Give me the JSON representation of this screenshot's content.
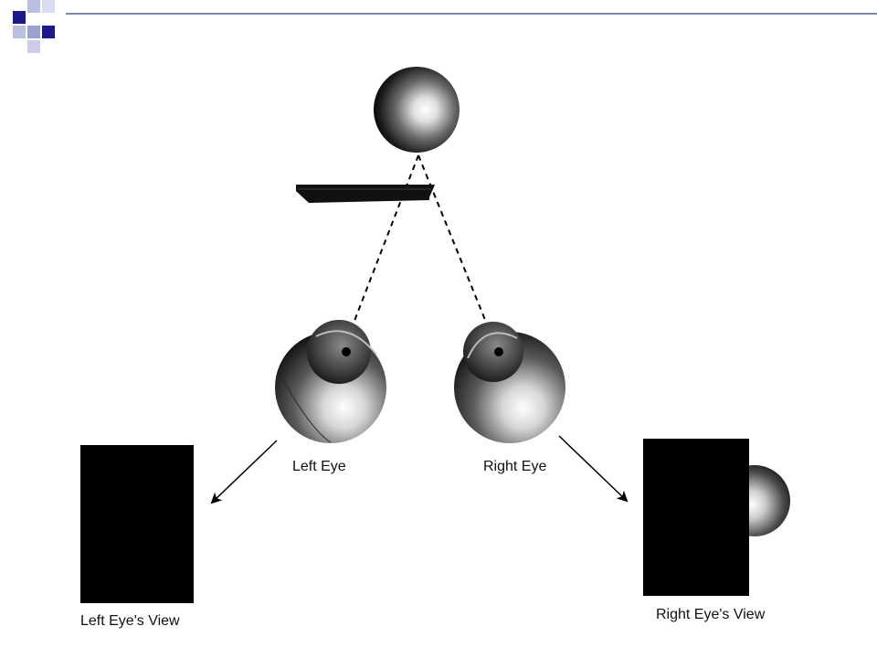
{
  "labels": {
    "left_eye": "Left Eye",
    "right_eye": "Right Eye",
    "left_eye_view": "Left Eye's View",
    "right_eye_view": "Right Eye's View"
  },
  "colors": {
    "accent_dark": "#1a1a8c",
    "accent_light": "#b9bfdf",
    "rule": "#7f87b8",
    "object": "#000000"
  }
}
